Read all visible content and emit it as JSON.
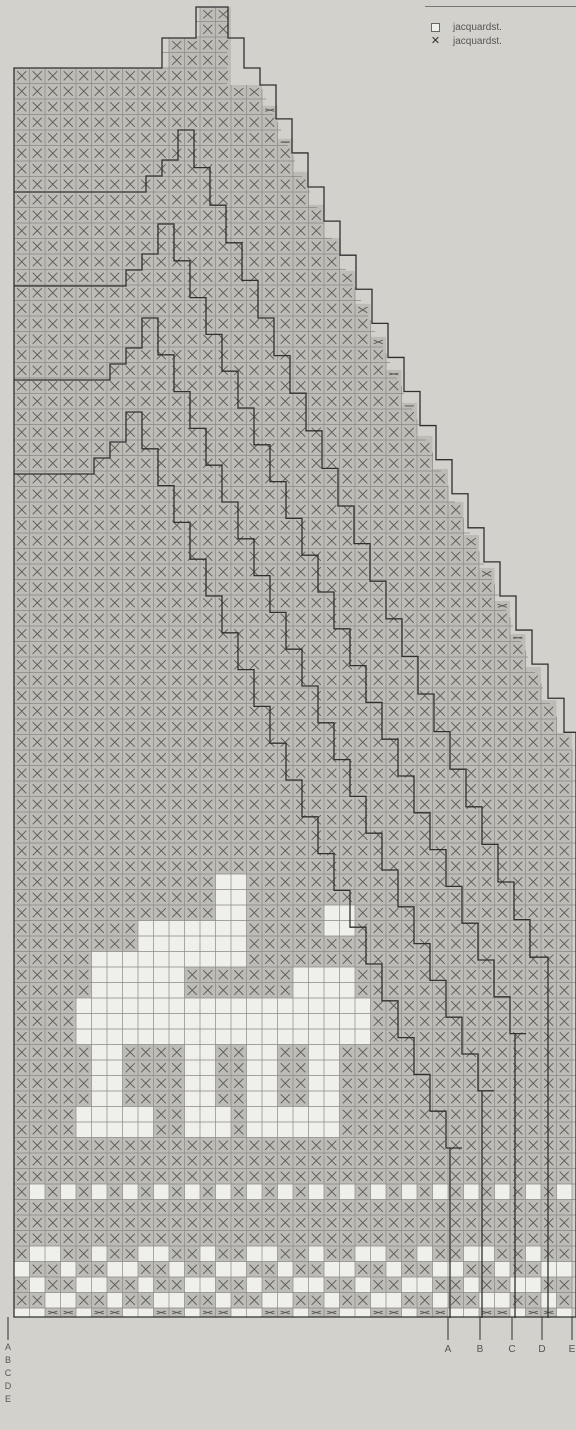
{
  "legend": {
    "items": [
      {
        "symbol": "empty-square",
        "label": "jacquardst."
      },
      {
        "symbol": "cross",
        "label": "jacquardst."
      }
    ]
  },
  "column_markers": [
    "A",
    "B",
    "C",
    "D",
    "E"
  ],
  "row_markers": [
    "A",
    "B",
    "C",
    "D",
    "E"
  ],
  "colors": {
    "background": "#d2d1cc",
    "cell_light": "#efefeb",
    "cell_dark": "#bdbcb6",
    "grid_line": "#8a8985",
    "outline": "#303030",
    "cross": "#5a5955"
  }
}
